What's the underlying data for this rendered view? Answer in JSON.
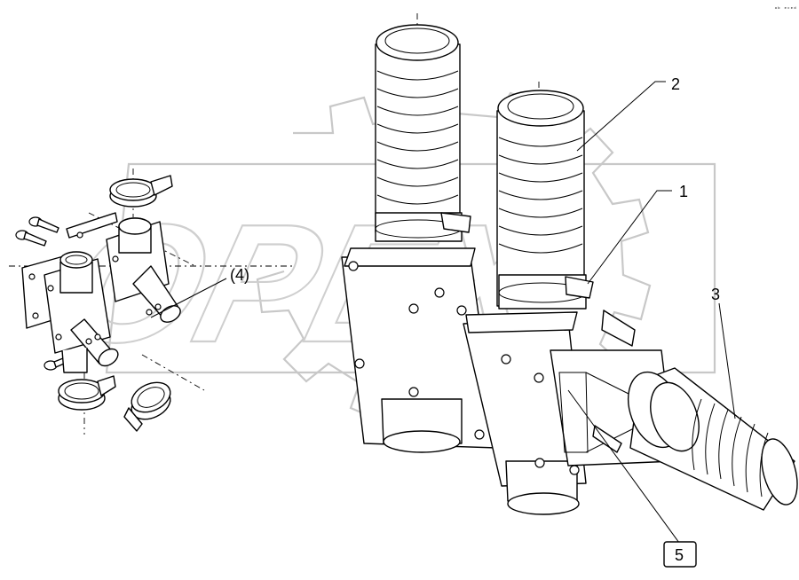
{
  "diagram": {
    "reference_code": "ᵃᵇ ᵉᶜᵉᵈ",
    "callouts": [
      {
        "id": "1",
        "label": "1",
        "boxed": false
      },
      {
        "id": "2",
        "label": "2",
        "boxed": false
      },
      {
        "id": "3",
        "label": "3",
        "boxed": false
      },
      {
        "id": "4",
        "label": "(4)",
        "boxed": false
      },
      {
        "id": "5",
        "label": "5",
        "boxed": true
      }
    ],
    "watermark": {
      "text": "OPEX"
    }
  }
}
